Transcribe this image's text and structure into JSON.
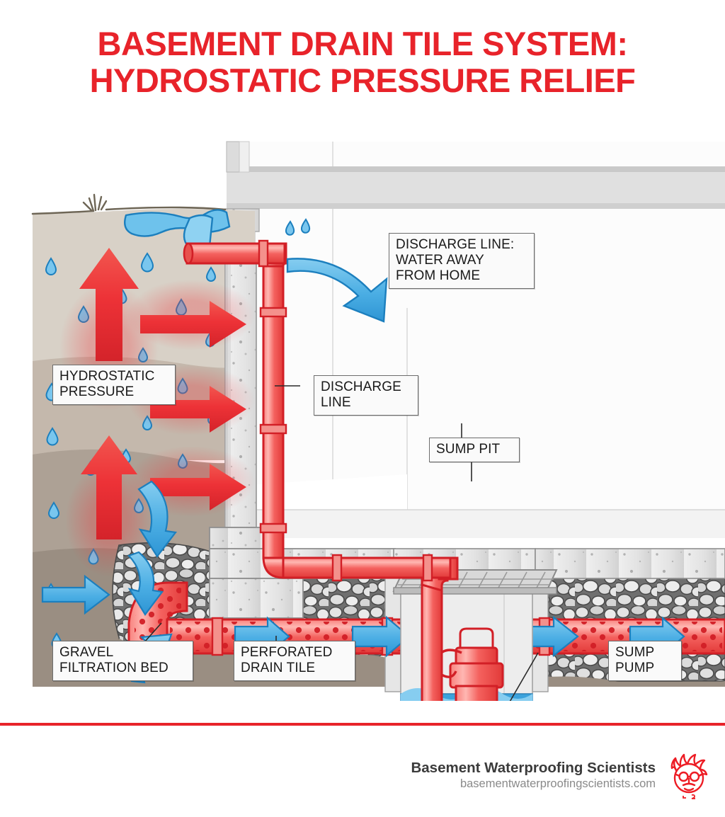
{
  "title": {
    "line1": "BASEMENT DRAIN TILE SYSTEM:",
    "line2": "HYDROSTATIC PRESSURE RELIEF",
    "color": "#E8232A"
  },
  "callouts": {
    "discharge_away": "DISCHARGE LINE:\nWATER AWAY\nFROM HOME",
    "hydrostatic_pressure": "HYDROSTATIC\nPRESSURE",
    "discharge_line": "DISCHARGE\nLINE",
    "sump_pit": "SUMP PIT",
    "gravel_bed": "GRAVEL\nFILTRATION BED",
    "perforated_tile": "PERFORATED\nDRAIN TILE",
    "sump_pump": "SUMP\nPUMP"
  },
  "footer": {
    "brand": "Basement Waterproofing Scientists",
    "url": "basementwaterproofingscientists.com",
    "logo_icon": "scientist-face-icon",
    "rule_color": "#E8232A"
  },
  "diagram": {
    "type": "cutaway-illustration",
    "subject": "Basement drain tile system with hydrostatic pressure relief",
    "elements": [
      "soil-layers",
      "grass-tuft",
      "water-droplets",
      "hydrostatic-pressure-arrows",
      "foundation-wall",
      "footing",
      "basement-floor-slab",
      "gravel-filtration-bed",
      "perforated-drain-tile",
      "water-flow-arrows",
      "sump-pit",
      "sump-pump",
      "discharge-line",
      "surface-water-puddle"
    ],
    "colors": {
      "pipe_red": "#F05A5A",
      "pipe_outline": "#E8232A",
      "water_blue": "#3DA5E0",
      "soil_top": "#D6CEC4",
      "soil_mid": "#BCB0A4",
      "soil_low": "#ACA094",
      "soil_deep": "#9C9084",
      "concrete": "#E3E3E3",
      "gravel": "#DDDDDD",
      "arrow_red": "#ED3237"
    }
  }
}
